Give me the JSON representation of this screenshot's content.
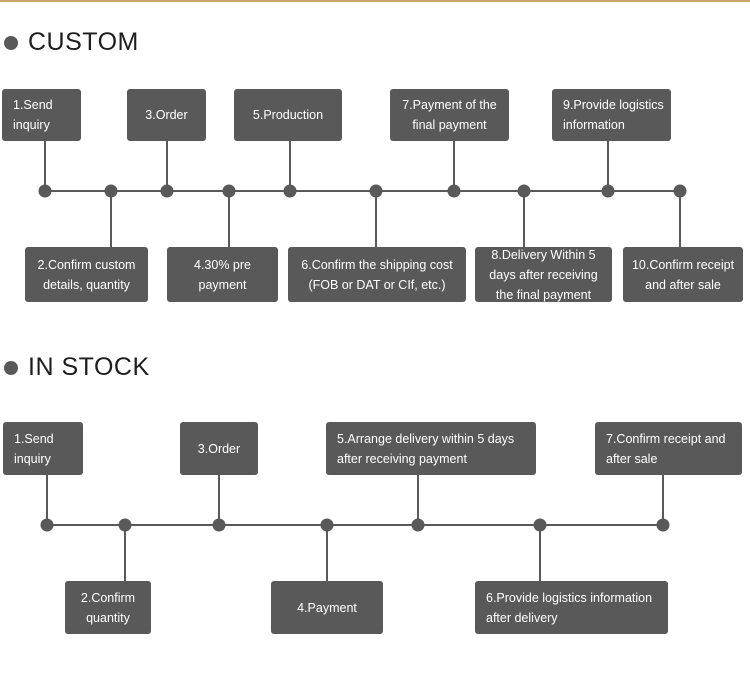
{
  "sections": {
    "custom": {
      "title": "CUSTOM",
      "steps": [
        "1.Send\ninquiry",
        "2.Confirm custom\ndetails, quantity",
        "3.Order",
        "4.30% pre\npayment",
        "5.Production",
        "6.Confirm the shipping cost\n(FOB or DAT or CIf, etc.)",
        "7.Payment of the\nfinal payment",
        "8.Delivery Within 5\ndays after receiving\nthe final payment",
        "9.Provide logistics\ninformation",
        "10.Confirm receipt\nand after sale"
      ]
    },
    "in_stock": {
      "title": "IN STOCK",
      "steps": [
        "1.Send\ninquiry",
        "2.Confirm\nquantity",
        "3.Order",
        "4.Payment",
        "5.Arrange delivery within 5 days\nafter receiving payment",
        "6.Provide logistics information\nafter delivery",
        "7.Confirm receipt and\nafter sale"
      ]
    }
  },
  "colors": {
    "box": "#595959",
    "line": "#595959",
    "accent_line": "#c9a86b",
    "text": "#ffffff"
  }
}
